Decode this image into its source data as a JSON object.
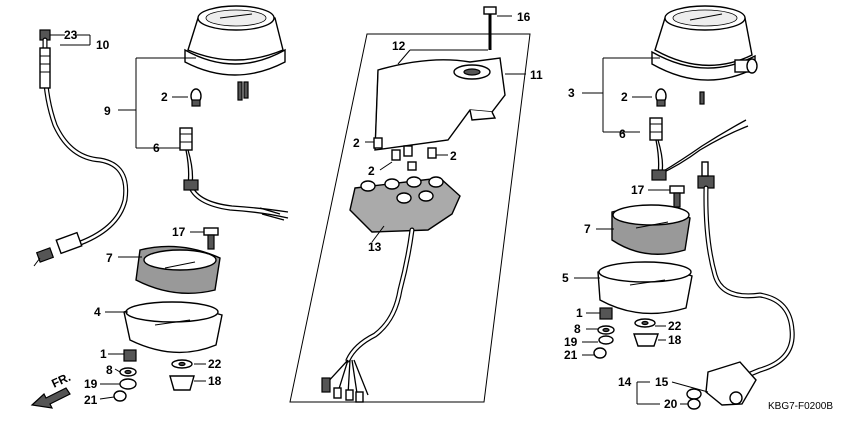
{
  "labels": {
    "l23": "23",
    "l10": "10",
    "l9": "9",
    "l2a": "2",
    "l6a": "6",
    "l17a": "17",
    "l7a": "7",
    "l4": "4",
    "l1a": "1",
    "l8a": "8",
    "l19a": "19",
    "l21a": "21",
    "l22a": "22",
    "l18a": "18",
    "l16": "16",
    "l12": "12",
    "l11": "11",
    "l2b": "2",
    "l2c": "2",
    "l2d": "2",
    "l13": "13",
    "l3": "3",
    "l2e": "2",
    "l6b": "6",
    "l17b": "17",
    "l7b": "7",
    "l5": "5",
    "l1b": "1",
    "l8b": "8",
    "l19b": "19",
    "l21b": "21",
    "l22b": "22",
    "l18b": "18",
    "l14": "14",
    "l15": "15",
    "l20": "20"
  },
  "front_mark": "FR.",
  "diagram_code": "KBG7-F0200B"
}
